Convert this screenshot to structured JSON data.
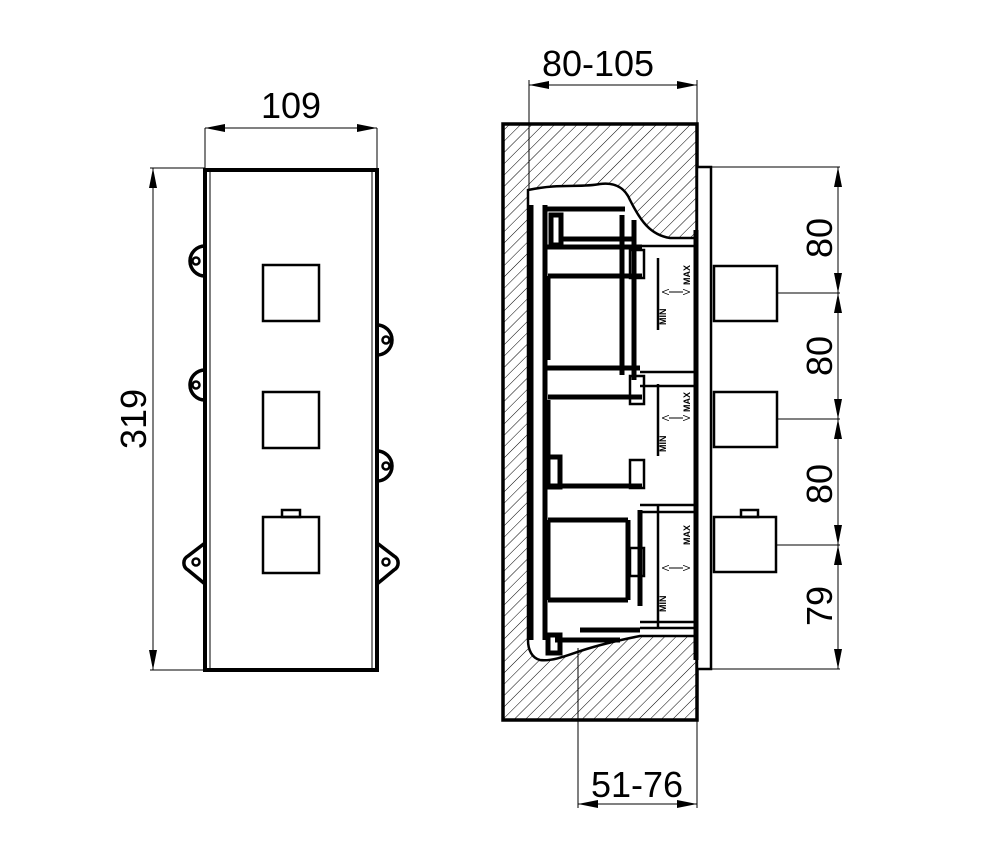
{
  "drawing": {
    "type": "technical-dimension-drawing",
    "subject": "concealed thermostatic valve, 3 outlets",
    "front_view": {
      "width_label": "109",
      "height_label": "319",
      "knob_count": 3
    },
    "side_view": {
      "wall_depth_label": "80-105",
      "install_depth_label": "51-76",
      "spacing_labels": [
        "80",
        "80",
        "80",
        "79"
      ],
      "range_markers": [
        {
          "min": "MIN",
          "max": "MAX"
        },
        {
          "min": "MIN",
          "max": "MAX"
        },
        {
          "min": "MIN",
          "max": "MAX"
        }
      ]
    },
    "colors": {
      "line": "#000000",
      "background": "#ffffff"
    }
  }
}
